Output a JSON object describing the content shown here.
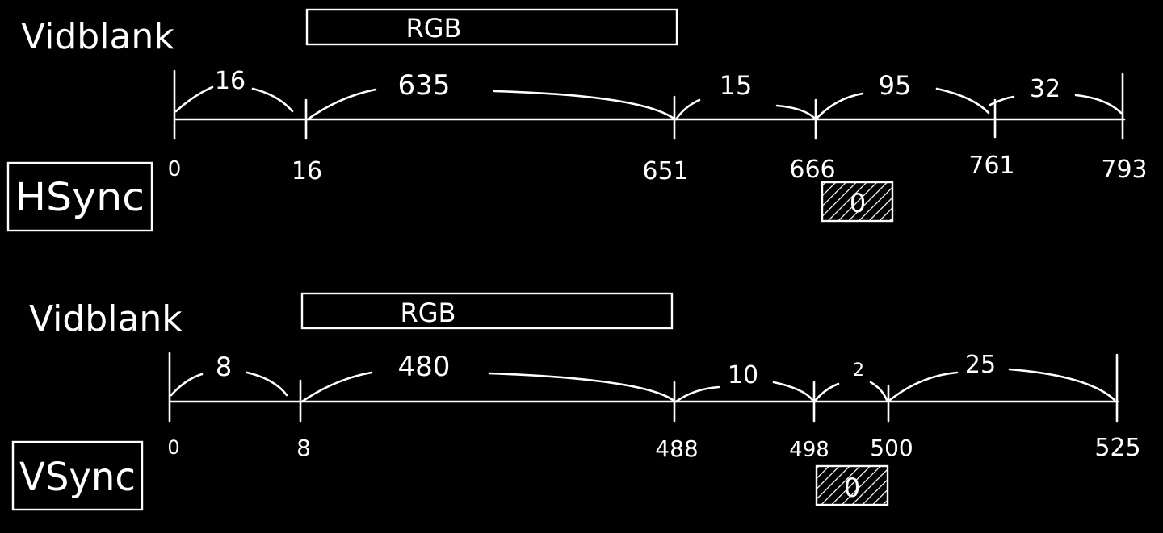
{
  "colors": {
    "background": "#000000",
    "ink": "#ffffff"
  },
  "hsync_panel": {
    "vidblank_label": "Vidblank",
    "rgb_label": "RGB",
    "sync_label": "HSync",
    "pulse_level": "0",
    "segments": [
      "16",
      "635",
      "15",
      "95",
      "32"
    ],
    "ticks": [
      "0",
      "16",
      "651",
      "666",
      "761",
      "793"
    ]
  },
  "vsync_panel": {
    "vidblank_label": "Vidblank",
    "rgb_label": "RGB",
    "sync_label": "VSync",
    "pulse_level": "0",
    "segments": [
      "8",
      "480",
      "10",
      "2",
      "25"
    ],
    "ticks": [
      "0",
      "8",
      "488",
      "498",
      "500",
      "525"
    ]
  }
}
